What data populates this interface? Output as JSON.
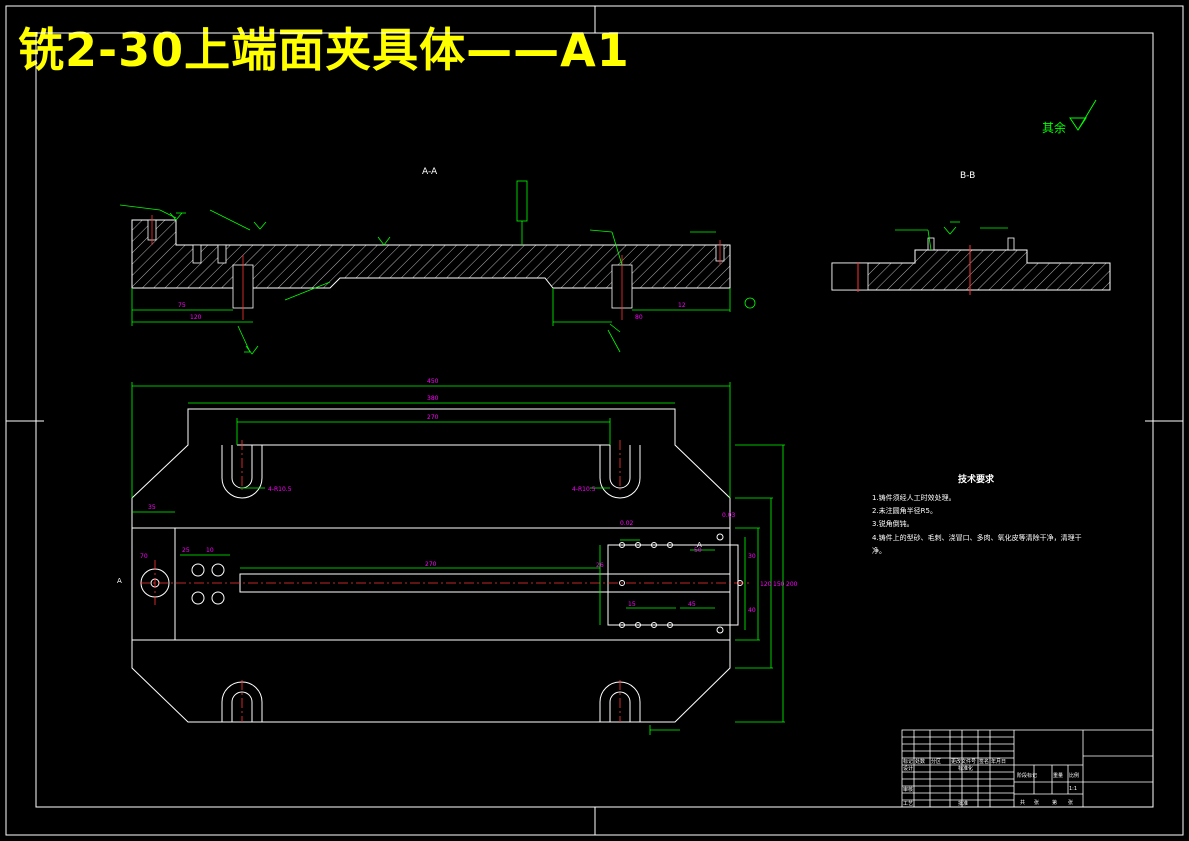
{
  "title": "铣2-30上端面夹具体——A1",
  "surface_note": "其余",
  "section_a": "A-A",
  "section_b": "B-B",
  "view_marker": "A",
  "tech_req": {
    "heading": "技术要求",
    "items": [
      "1.铸件须经人工时效处理。",
      "2.未注圆角半径R5。",
      "3.锐角倒钝。",
      "4.铸件上的型砂、毛刺、浇冒口、多肉、氧化皮等清除干净，清理干",
      "净。"
    ]
  },
  "dims": {
    "overall_length": "450",
    "inner_length_1": "380",
    "inner_length_2": "270",
    "slot_left": "4-R10.5",
    "slot_right": "4-R10.5",
    "main_centerline": "270",
    "left_offset": "35",
    "left_pos": "70",
    "section_left_1": "75",
    "section_left_2": "120",
    "section_right_1": "80",
    "section_right_2": "12",
    "tol_1": "0.02",
    "tol_2": "0.03",
    "v_30": "30",
    "v_40": "40",
    "h_50": "50",
    "h_25": "25",
    "h_10": "10",
    "h_15": "15",
    "h_45": "45",
    "r_26": "26",
    "r_120": "120",
    "r_150": "150",
    "r_200": "200"
  },
  "title_block": {
    "scale": "1:1",
    "labels": [
      "标记",
      "处数",
      "分区",
      "更改文件号",
      "签名",
      "年月日",
      "设计",
      "标准化",
      "审核",
      "工艺",
      "批准",
      "阶段标记",
      "重量",
      "比例",
      "共",
      "张",
      "第",
      "张"
    ]
  }
}
